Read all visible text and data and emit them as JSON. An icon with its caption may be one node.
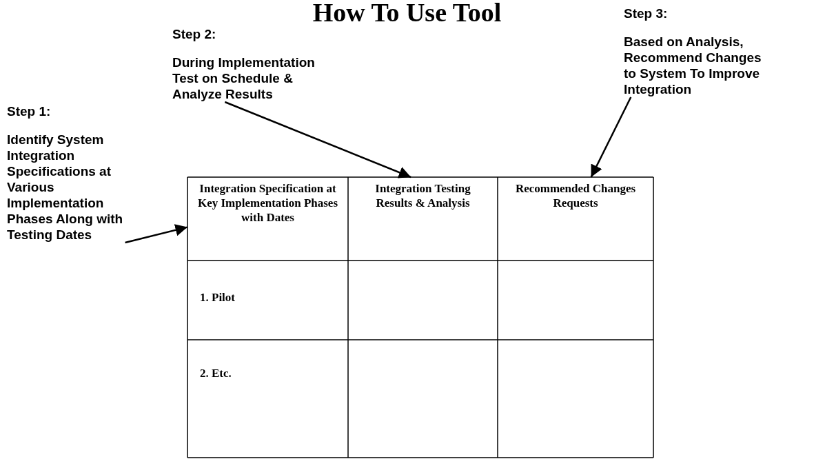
{
  "diagram": {
    "title": "How To Use Tool",
    "nodes": [
      {
        "text": [
          "Step 1:",
          "Identify System Integration Specifications at Various Implementation Phases Along with Testing Dates"
        ]
      },
      {
        "text": [
          "Step 2:",
          "During Implementation Test on Schedule & Analyze Results"
        ]
      },
      {
        "text": [
          "Step 3:",
          "Based on Analysis, Recommend Changes to System To Improve Integration"
        ]
      },
      {
        "text": [
          "Integration Specification at Key Implementation Phases with Dates"
        ]
      },
      {
        "text": [
          "Integration Testing Results & Analysis"
        ]
      },
      {
        "text": [
          "Recommended Changes Requests"
        ]
      }
    ],
    "edges": [
      {
        "from": 0,
        "to": 3,
        "arrow": "to"
      },
      {
        "from": 1,
        "to": 4,
        "arrow": "to"
      },
      {
        "from": 2,
        "to": 5,
        "arrow": "to"
      }
    ],
    "labels": [
      "1. Pilot",
      "2. Etc."
    ]
  }
}
